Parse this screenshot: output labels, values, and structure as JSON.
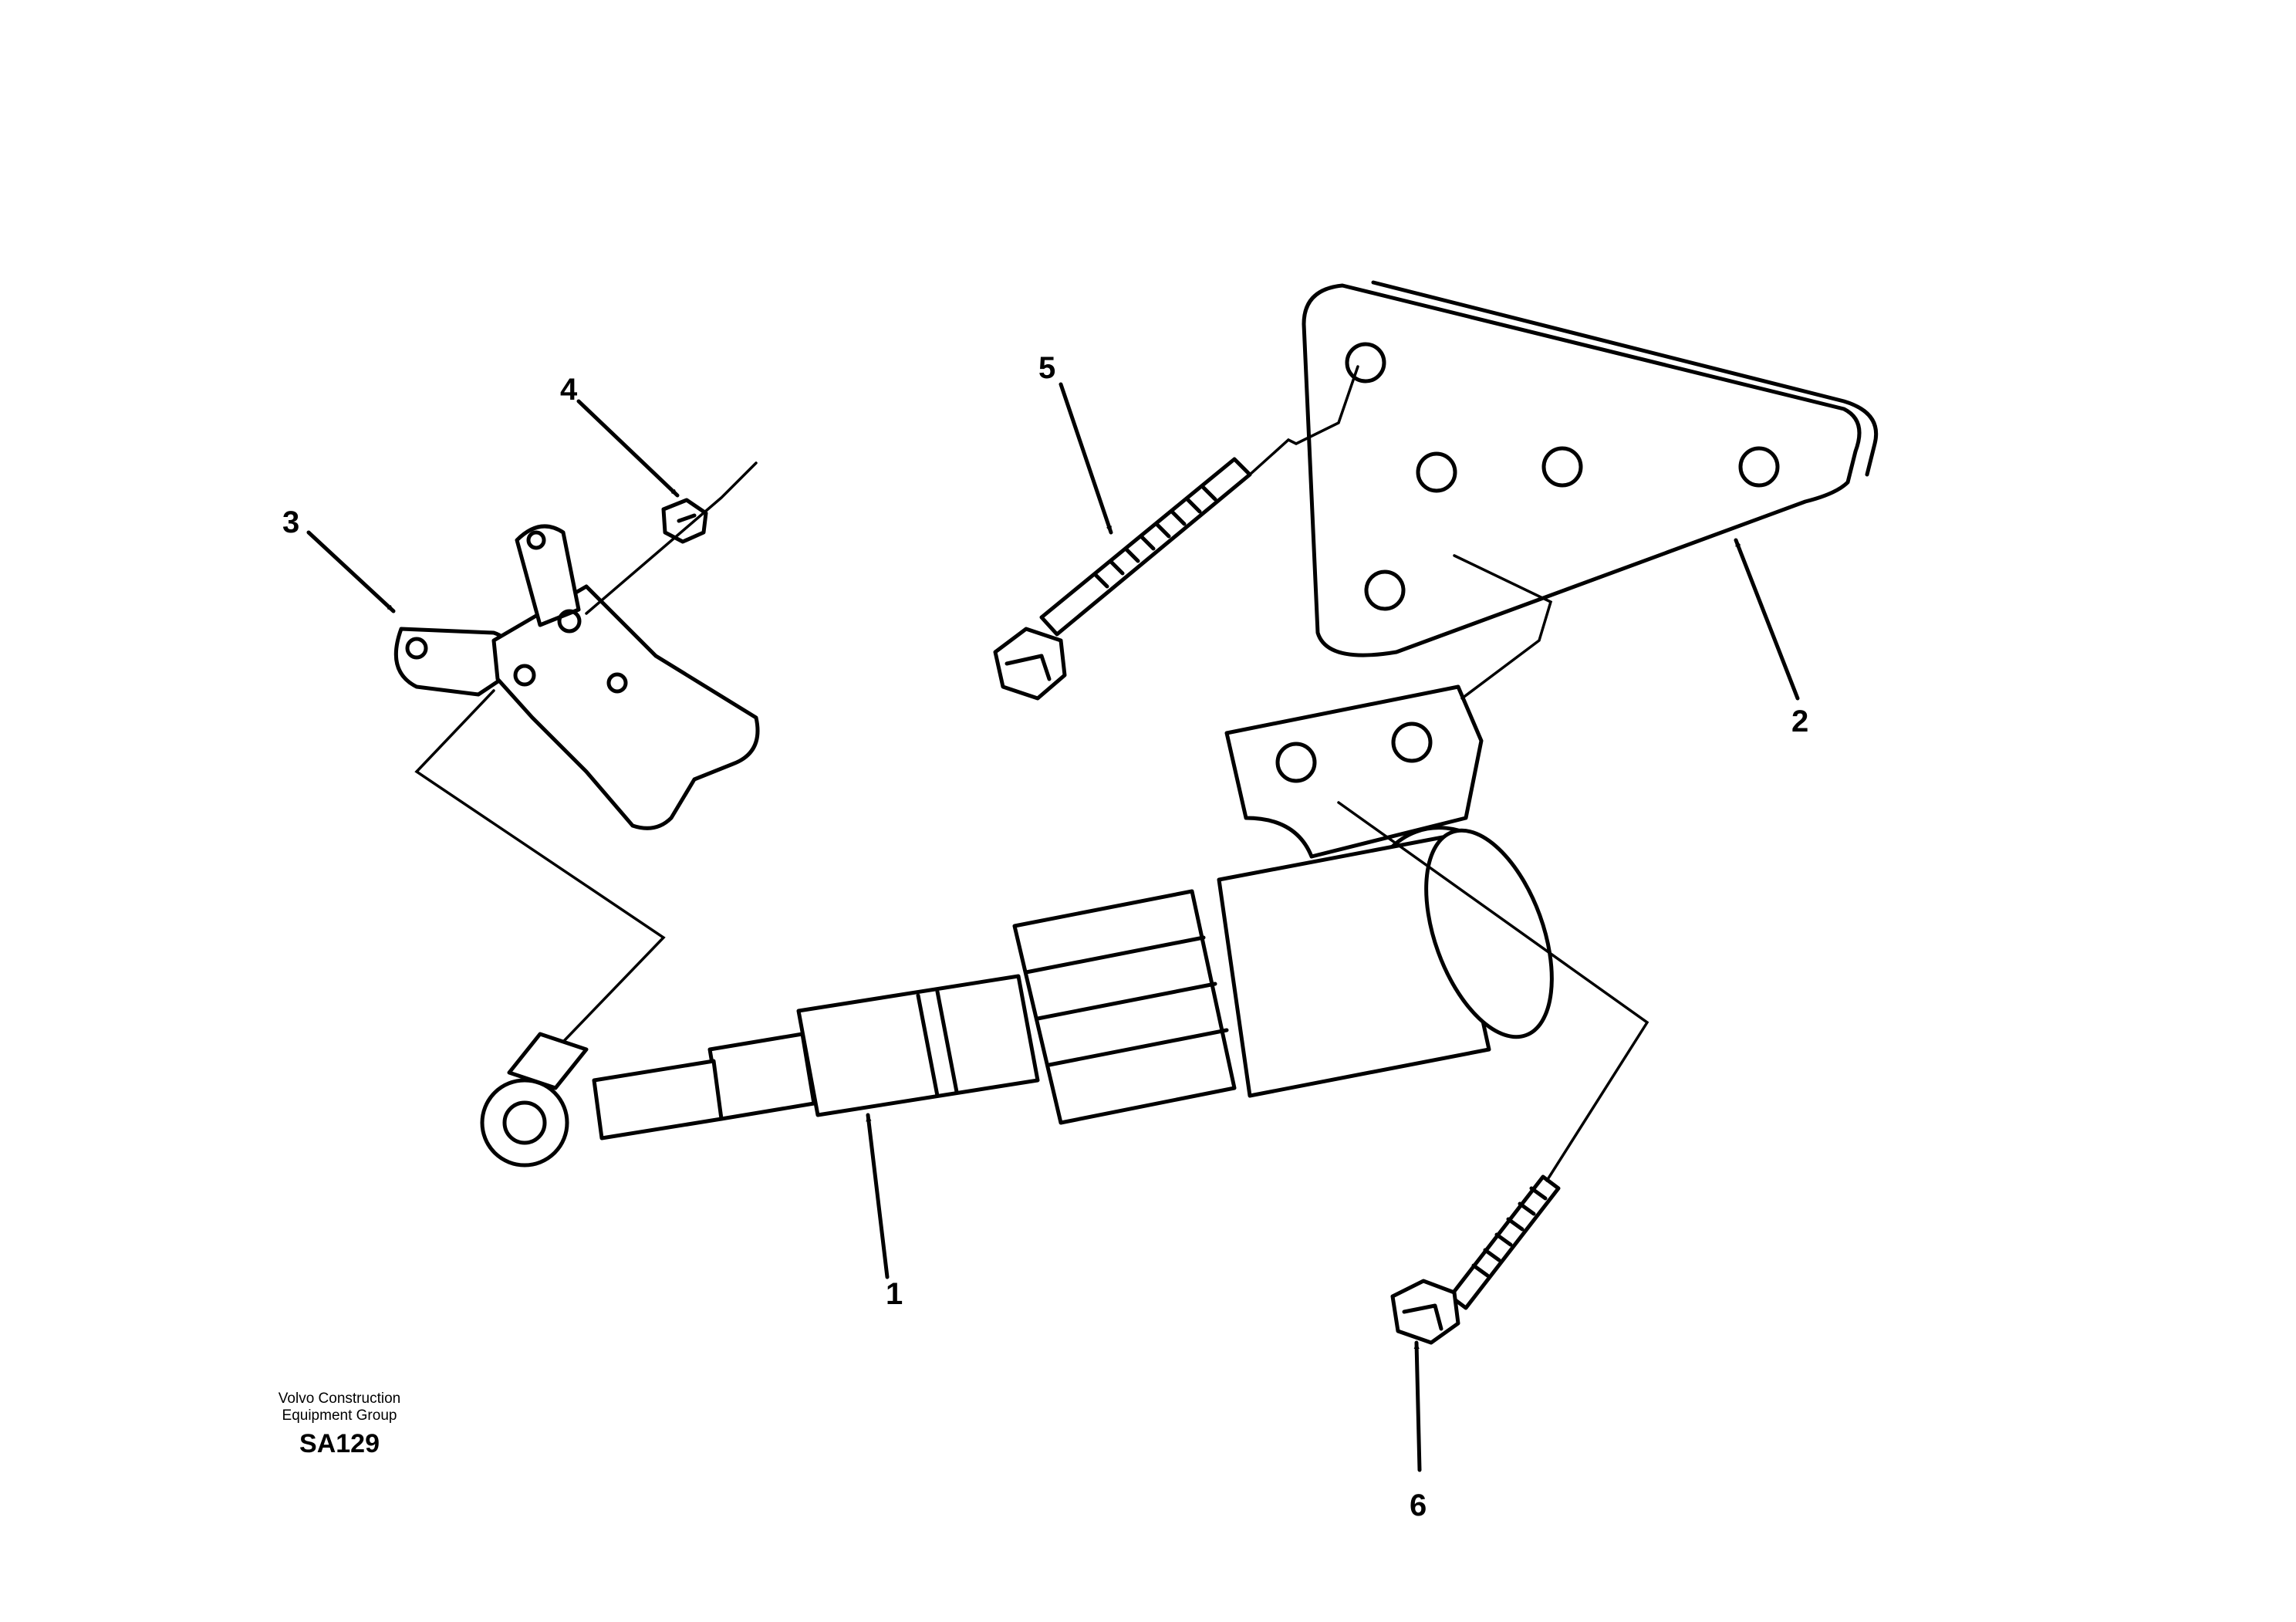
{
  "callouts": {
    "item1": "1",
    "item2": "2",
    "item3": "3",
    "item4": "4",
    "item5": "5",
    "item6": "6"
  },
  "credit": {
    "line1": "Volvo Construction",
    "line2": "Equipment Group",
    "code": "SA129"
  }
}
